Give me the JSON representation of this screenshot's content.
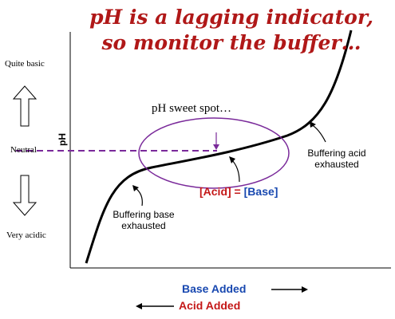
{
  "title": {
    "line1": "pH is a lagging indicator,",
    "line2": "so monitor the buffer…"
  },
  "scale_labels": {
    "top": "Quite basic",
    "middle": "Neutral",
    "bottom": "Very acidic"
  },
  "y_axis_label": "pH",
  "sweet_spot_label": "pH sweet spot…",
  "equivalence_label": {
    "left": "[Acid]",
    "eq": " = ",
    "right": "[Base]"
  },
  "annotations": {
    "buffering_acid_line1": "Buffering acid",
    "buffering_acid_line2": "exhausted",
    "buffering_base_line1": "Buffering base",
    "buffering_base_line2": "exhausted"
  },
  "x_labels": {
    "base_added": "Base Added",
    "acid_added": "Acid Added"
  },
  "colors": {
    "title": "#b01818",
    "ellipse": "#7a2a9a",
    "dashed_line": "#7a2a9a",
    "base_text": "#1848b0",
    "acid_text": "#c41818",
    "curve": "#000000"
  }
}
